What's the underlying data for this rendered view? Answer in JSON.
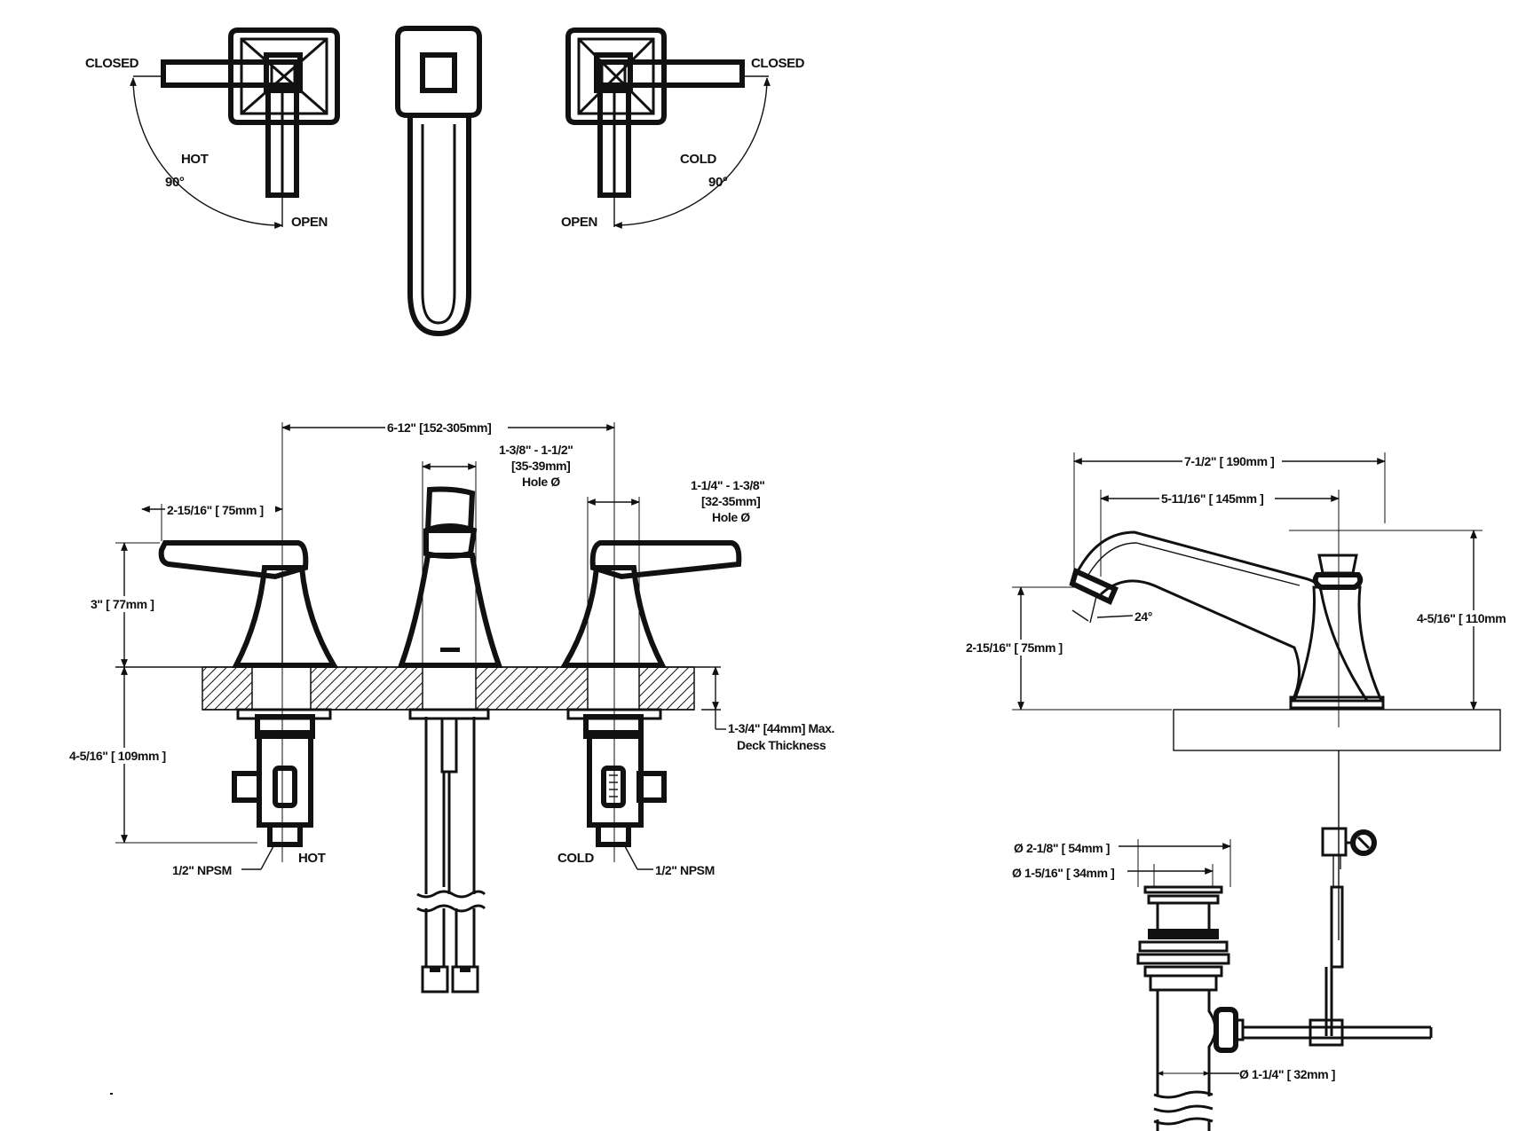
{
  "top_view": {
    "left_closed": "CLOSED",
    "right_closed": "CLOSED",
    "hot": "HOT",
    "cold": "COLD",
    "left_angle": "90°",
    "right_angle": "90°",
    "left_open": "OPEN",
    "right_open": "OPEN"
  },
  "front_view": {
    "center_spread": "6-12\" [152-305mm]",
    "spout_hole_1": "1-3/8\" - 1-1/2\"",
    "spout_hole_2": "[35-39mm]",
    "spout_hole_3": "Hole Ø",
    "handle_hole_1": "1-1/4\" - 1-3/8\"",
    "handle_hole_2": "[32-35mm]",
    "handle_hole_3": "Hole Ø",
    "handle_offset": "2-15/16\" [ 75mm ]",
    "handle_height": "3\" [ 77mm ]",
    "below_deck": "4-5/16\" [ 109mm ]",
    "deck_thickness_1": "1-3/4\" [44mm] Max.",
    "deck_thickness_2": "Deck Thickness",
    "left_npsm": "1/2\" NPSM",
    "hot": "HOT",
    "cold": "COLD",
    "right_npsm": "1/2\" NPSM"
  },
  "side_view": {
    "reach": "7-1/2\" [ 190mm ]",
    "spout_reach": "5-11/16\" [ 145mm ]",
    "spout_height": "2-15/16\" [ 75mm ]",
    "angle": "24°",
    "overall_height": "4-5/16\" [ 110mm",
    "drain_od": "Ø 2-1/8\" [ 54mm ]",
    "drain_id": "Ø 1-5/16\" [ 34mm ]",
    "tailpiece": "Ø 1-1/4\" [ 32mm ]"
  }
}
